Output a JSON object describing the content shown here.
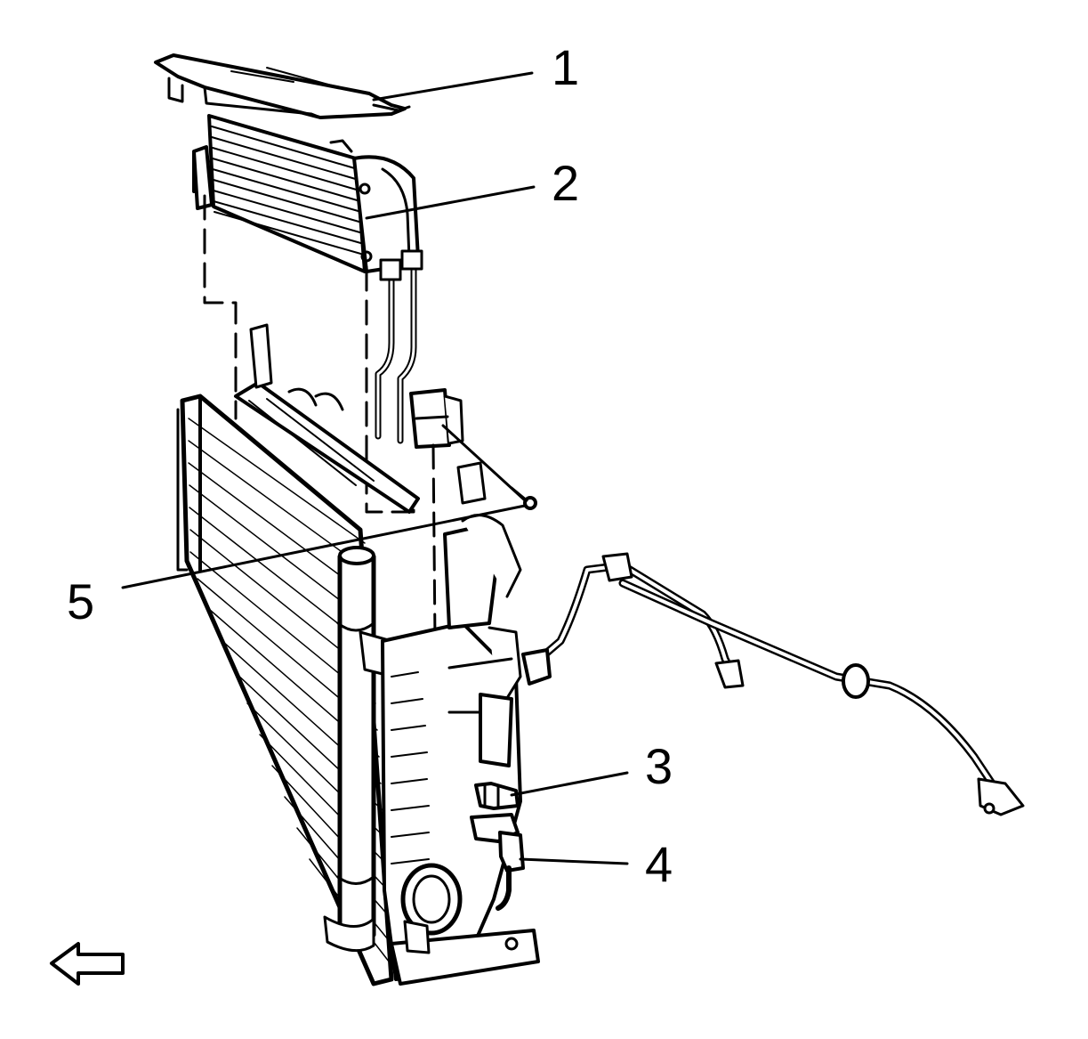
{
  "figure": {
    "callouts": [
      {
        "id": "1",
        "label": "1"
      },
      {
        "id": "2",
        "label": "2"
      },
      {
        "id": "3",
        "label": "3"
      },
      {
        "id": "4",
        "label": "4"
      },
      {
        "id": "5",
        "label": "5"
      }
    ],
    "direction_arrow": {
      "icon": "left-arrow-icon",
      "meaning": "vehicle front"
    }
  },
  "colors": {
    "line": "#000000",
    "background": "#ffffff"
  }
}
